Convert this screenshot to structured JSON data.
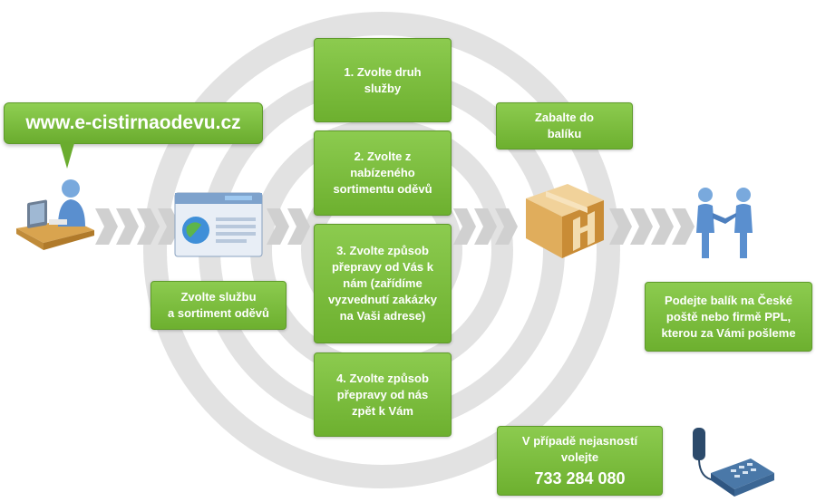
{
  "website_bubble": {
    "label": "www.e-cistirnaodevu.cz"
  },
  "steps": [
    {
      "label": "1. Zvolte druh\nslužby"
    },
    {
      "label": "2. Zvolte z\nnabízeného\nsortimentu oděvů"
    },
    {
      "label": "3. Zvolte způsob\npřepravy od Vás k\nnám (zařídíme\nvyzvednutí zakázky\nna Vaši adrese)"
    },
    {
      "label": "4. Zvolte způsob\npřepravy od nás\nzpět k Vám"
    }
  ],
  "service_box": {
    "label": "Zvolte službu\na sortiment oděvů"
  },
  "pack_box": {
    "label": "Zabalte do\nbalíku"
  },
  "handover_box": {
    "label": "Podejte balík na České\npoště nebo firmě PPL,\nkterou za Vámi pošleme"
  },
  "contact_box": {
    "label": "V případě nejasností\nvolejte",
    "phone": "733 284 080"
  },
  "icons": [
    "person-at-computer-icon",
    "browser-window-icon",
    "package-box-icon",
    "handshake-icon",
    "telephone-icon"
  ],
  "colors": {
    "green": "#78b83a",
    "ring_gray": "#d9d9d9",
    "arrow_gray": "#cfcfcf"
  }
}
